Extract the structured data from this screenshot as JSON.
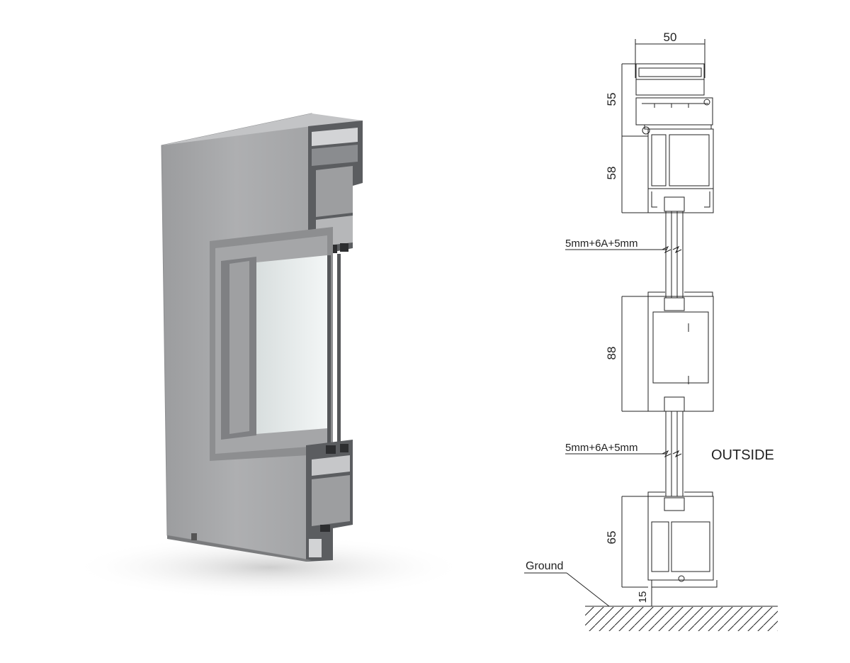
{
  "drawing": {
    "top_width": "50",
    "heights": {
      "head_frame": "55",
      "head_sash": "58",
      "transom": "88",
      "sill": "65",
      "ground_gap": "15"
    },
    "glass_upper": "5mm+6A+5mm",
    "glass_lower": "5mm+6A+5mm",
    "outside": "OUTSIDE",
    "ground": "Ground"
  },
  "colors": {
    "aluminium_face": "#a8a9ab",
    "aluminium_dark": "#6f7173",
    "line": "#222222",
    "glass": "#e7ecec"
  },
  "icons": {
    "render": "window-profile-3d-render",
    "section": "frame-cross-section-drawing"
  }
}
